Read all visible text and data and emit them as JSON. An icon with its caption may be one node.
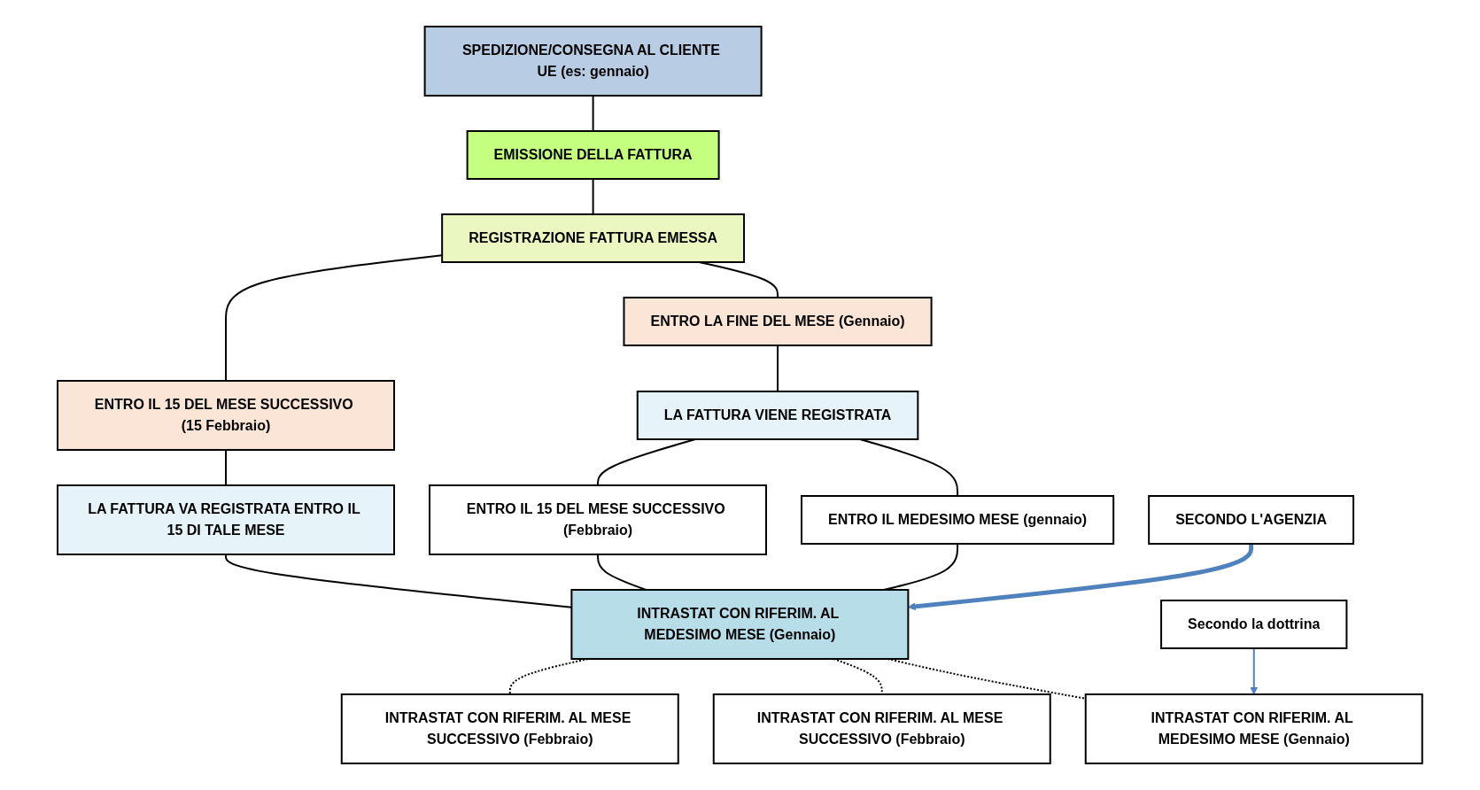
{
  "diagram": {
    "nodes": [
      {
        "text": [
          "SPEDIZIONE/CONSEGNA AL CLIENTE UE (es: gennaio)"
        ]
      },
      {
        "text": [
          "EMISSIONE DELLA FATTURA"
        ]
      },
      {
        "text": [
          "REGISTRAZIONE FATTURA EMESSA"
        ]
      },
      {
        "text": [
          "ENTRO LA FINE DEL MESE (Gennaio)"
        ]
      },
      {
        "text": [
          "ENTRO IL 15 DEL MESE SUCCESSIVO (15 Febbraio)"
        ]
      },
      {
        "text": [
          "LA FATTURA VIENE REGISTRATA"
        ]
      },
      {
        "text": [
          "LA FATTURA VA REGISTRATA ENTRO IL 15 DI TALE MESE"
        ]
      },
      {
        "text": [
          "ENTRO IL MEDESIMO MESE (gennaio)"
        ]
      },
      {
        "text": [
          "ENTRO IL 15 DEL MESE SUCCESSIVO (Febbraio)"
        ]
      },
      {
        "text": [
          "SECONDO L'AGENZIA"
        ]
      },
      {
        "text": [
          "INTRASTAT CON RIFERIM. AL MEDESIMO MESE (Gennaio)"
        ]
      },
      {
        "text": [
          "Secondo la dottrina"
        ]
      },
      {
        "text": [
          "INTRASTAT CON RIFERIM. AL MEDESIMO MESE (Gennaio)"
        ]
      },
      {
        "text": [
          "INTRASTAT CON RIFERIM. AL MESE SUCCESSIVO (Febbraio)"
        ]
      },
      {
        "text": [
          "INTRASTAT CON RIFERIM. AL MESE SUCCESSIVO (Febbraio)"
        ]
      }
    ],
    "edges": [
      {
        "from": 0,
        "to": 1,
        "arrow": "none"
      },
      {
        "from": 1,
        "to": 2,
        "arrow": "none"
      },
      {
        "from": 2,
        "to": 3,
        "arrow": "none"
      },
      {
        "from": 2,
        "to": 4,
        "arrow": "none"
      },
      {
        "from": 3,
        "to": 5,
        "arrow": "none"
      },
      {
        "from": 4,
        "to": 6,
        "arrow": "none"
      },
      {
        "from": 5,
        "to": 7,
        "arrow": "none"
      },
      {
        "from": 5,
        "to": 8,
        "arrow": "none"
      },
      {
        "from": 7,
        "to": 10,
        "arrow": "none"
      },
      {
        "from": 8,
        "to": 10,
        "arrow": "none"
      },
      {
        "from": 6,
        "to": 10,
        "arrow": "none"
      },
      {
        "from": 9,
        "to": 10,
        "arrow": "to",
        "style": "thick",
        "color": "#4f81bd"
      },
      {
        "from": 10,
        "to": 12,
        "arrow": "none",
        "style": "dashed"
      },
      {
        "from": 10,
        "to": 13,
        "arrow": "none",
        "style": "dashed"
      },
      {
        "from": 10,
        "to": 14,
        "arrow": "none",
        "style": "dashed"
      },
      {
        "from": 11,
        "to": 12,
        "arrow": "to",
        "color": "#4f81bd"
      }
    ]
  }
}
